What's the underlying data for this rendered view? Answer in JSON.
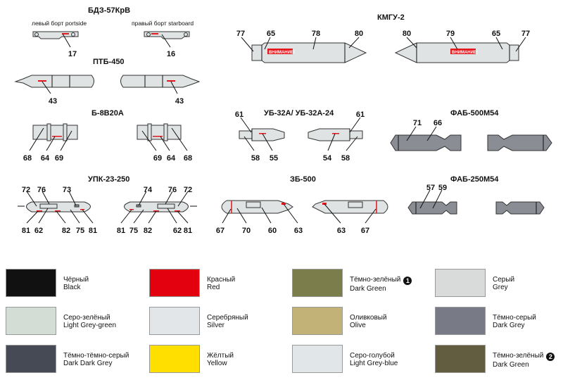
{
  "weapons": {
    "bdz": {
      "title": "БДЗ-57КрВ",
      "left_side": "левый борт  portside",
      "right_side": "правый борт  starboard",
      "callouts": [
        "17",
        "16"
      ]
    },
    "ptb": {
      "title": "ПТБ-450",
      "callouts": [
        "43",
        "43"
      ]
    },
    "b8": {
      "title": "Б-8В20А",
      "callouts": [
        "68",
        "64",
        "69",
        "69",
        "64",
        "68"
      ]
    },
    "kmgu": {
      "title": "КМГУ-2",
      "warning": "ВНИМАНИЕ!",
      "callouts": [
        "77",
        "65",
        "78",
        "80",
        "80",
        "79",
        "65",
        "77"
      ]
    },
    "ub32": {
      "title": "УБ-32А/ УБ-32А-24",
      "callouts": [
        "61",
        "58",
        "55",
        "61",
        "54",
        "58"
      ]
    },
    "fab500": {
      "title": "ФАБ-500М54",
      "callouts": [
        "71",
        "66"
      ]
    },
    "upk": {
      "title": "УПК-23-250",
      "callouts": [
        "72",
        "76",
        "73",
        "81",
        "62",
        "82",
        "75",
        "81",
        "74",
        "76",
        "72",
        "81",
        "75",
        "82",
        "62",
        "81"
      ]
    },
    "zb": {
      "title": "ЗБ-500",
      "callouts": [
        "67",
        "70",
        "60",
        "63",
        "63",
        "67"
      ]
    },
    "fab250": {
      "title": "ФАБ-250М54",
      "callouts": [
        "57",
        "59"
      ]
    }
  },
  "legend": [
    {
      "ru": "Чёрный",
      "en": "Black",
      "color": "#111111"
    },
    {
      "ru": "Красный",
      "en": "Red",
      "color": "#e3000f"
    },
    {
      "ru": "Тёмно-зелёный",
      "en": "Dark Green",
      "color": "#7b7d4a",
      "badge": "1"
    },
    {
      "ru": "Серый",
      "en": "Grey",
      "color": "#d9dbdb"
    },
    {
      "ru": "Серо-зелёный",
      "en": "Light Grey-green",
      "color": "#d3ddd6"
    },
    {
      "ru": "Серебряный",
      "en": "Silver",
      "color": "#e3e6e8"
    },
    {
      "ru": "Оливковый",
      "en": "Olive",
      "color": "#c2b277"
    },
    {
      "ru": "Тёмно-серый",
      "en": "Dark Grey",
      "color": "#787b86"
    },
    {
      "ru": "Тёмно-тёмно-серый",
      "en": "Dark Dark Grey",
      "color": "#464a55"
    },
    {
      "ru": "Жёлтый",
      "en": "Yellow",
      "color": "#ffdf00"
    },
    {
      "ru": "Серо-голубой",
      "en": "Light Grey-blue",
      "color": "#e1e7e8"
    },
    {
      "ru": "Тёмно-зелёный",
      "en": "Dark Green",
      "color": "#625d40",
      "badge": "2"
    }
  ]
}
